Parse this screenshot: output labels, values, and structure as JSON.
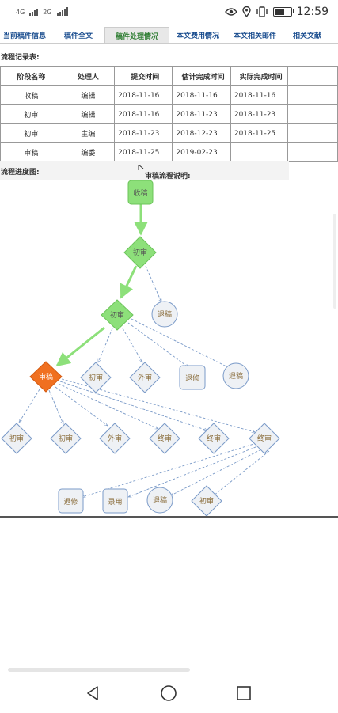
{
  "status_bar": {
    "signal1": "4G",
    "signal2": "2G",
    "time": "12:59"
  },
  "tabs": [
    {
      "label": "当前稿件信息"
    },
    {
      "label": "稿件全文"
    },
    {
      "label": "稿件处理情况",
      "active": true
    },
    {
      "label": "本文费用情况"
    },
    {
      "label": "本文相关邮件"
    },
    {
      "label": "相关文献"
    }
  ],
  "records": {
    "title": "流程记录表:",
    "headers": [
      "阶段名称",
      "处理人",
      "提交时间",
      "估计完成时间",
      "实际完成时间"
    ],
    "rows": [
      [
        "收稿",
        "编辑",
        "2018-11-16",
        "2018-11-16",
        "2018-11-16"
      ],
      [
        "初审",
        "编辑",
        "2018-11-16",
        "2018-11-23",
        "2018-11-23"
      ],
      [
        "初审",
        "主编",
        "2018-11-23",
        "2018-12-23",
        "2018-11-25"
      ],
      [
        "审稿",
        "编委",
        "2018-11-25",
        "2019-02-23",
        ""
      ]
    ]
  },
  "progress": {
    "title": "流程进度图:",
    "legend": "审稿流程说明:",
    "nodes": {
      "n1": "收稿",
      "n2": "初审",
      "n3": "初审",
      "n3b": "退稿",
      "n4": "审稿",
      "n5": "初审",
      "n6": "外审",
      "n7": "退修",
      "n8": "退稿",
      "r1": "初审",
      "r2": "初审",
      "r3": "外审",
      "r4": "终审",
      "r5": "终审",
      "r6": "终审",
      "b1": "退修",
      "b2": "录用",
      "b3": "退稿",
      "b4": "初审"
    }
  },
  "colors": {
    "done": "#8de07a",
    "current": "#f07020",
    "pending": "#eef1f5",
    "edge_done": "#8de07a",
    "edge_pending": "#7a9ac8"
  }
}
